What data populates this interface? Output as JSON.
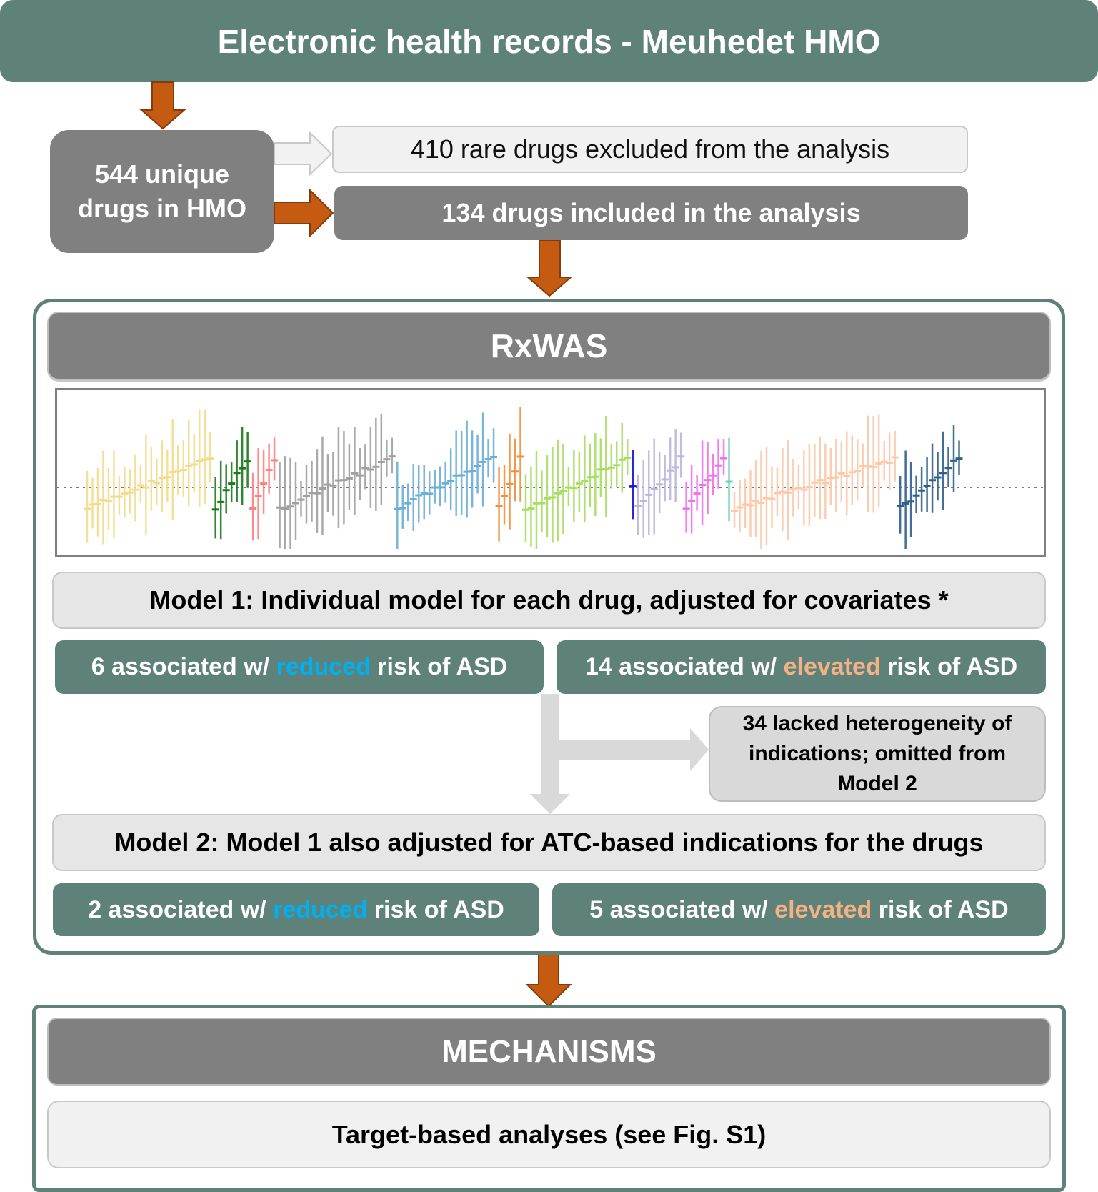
{
  "header": {
    "title": "Electronic health records - Meuhedet HMO"
  },
  "drugs": {
    "unique_line1": "544 unique",
    "unique_line2": "drugs in HMO",
    "excluded": "410 rare drugs excluded from the analysis",
    "included": "134 drugs included in the analysis"
  },
  "rxwas": {
    "title": "RxWAS",
    "model1": "Model 1: Individual model for each drug, adjusted for covariates *",
    "model1_reduced": {
      "prefix": "6 associated w/ ",
      "highlight": "reduced",
      "suffix": " risk of ASD"
    },
    "model1_elevated": {
      "prefix": "14 associated w/ ",
      "highlight": "elevated",
      "suffix": " risk of ASD"
    },
    "lacked_line1": "34 lacked heterogeneity of",
    "lacked_line2": "indications; omitted from",
    "lacked_line3": "Model 2",
    "model2": "Model 2: Model 1 also adjusted for ATC-based indications for the drugs",
    "model2_reduced": {
      "prefix": "2 associated w/ ",
      "highlight": "reduced",
      "suffix": " risk of ASD"
    },
    "model2_elevated": {
      "prefix": "5 associated w/ ",
      "highlight": "elevated",
      "suffix": " risk of ASD"
    }
  },
  "mechanisms": {
    "title": "MECHANISMS",
    "target": "Target-based analyses (see Fig. S1)"
  },
  "colors": {
    "teal": "#5e8279",
    "dark_gray": "#808080",
    "arrow_orange": "#c55a11",
    "reduced_blue": "#00b0f0",
    "elevated_peach": "#f4b183"
  },
  "chart_data": {
    "type": "scatter",
    "title": "",
    "xlabel": "",
    "ylabel": "",
    "reference_line": "dotted horizontal null line",
    "groups": [
      {
        "color": "#f2dc8c",
        "count": 24
      },
      {
        "color": "#1a7a1a",
        "count": 7
      },
      {
        "color": "#ff7f7f",
        "count": 5
      },
      {
        "color": "#a0a0a0",
        "count": 22
      },
      {
        "color": "#6baed6",
        "count": 19
      },
      {
        "color": "#f0903c",
        "count": 5
      },
      {
        "color": "#a8dc64",
        "count": 20
      },
      {
        "color": "#1010e0",
        "count": 1
      },
      {
        "color": "#bcb6dc",
        "count": 9
      },
      {
        "color": "#f070f0",
        "count": 8
      },
      {
        "color": "#6ed0b8",
        "count": 1
      },
      {
        "color": "#fcc8a8",
        "count": 31
      },
      {
        "color": "#2f5f8a",
        "count": 12
      }
    ]
  }
}
